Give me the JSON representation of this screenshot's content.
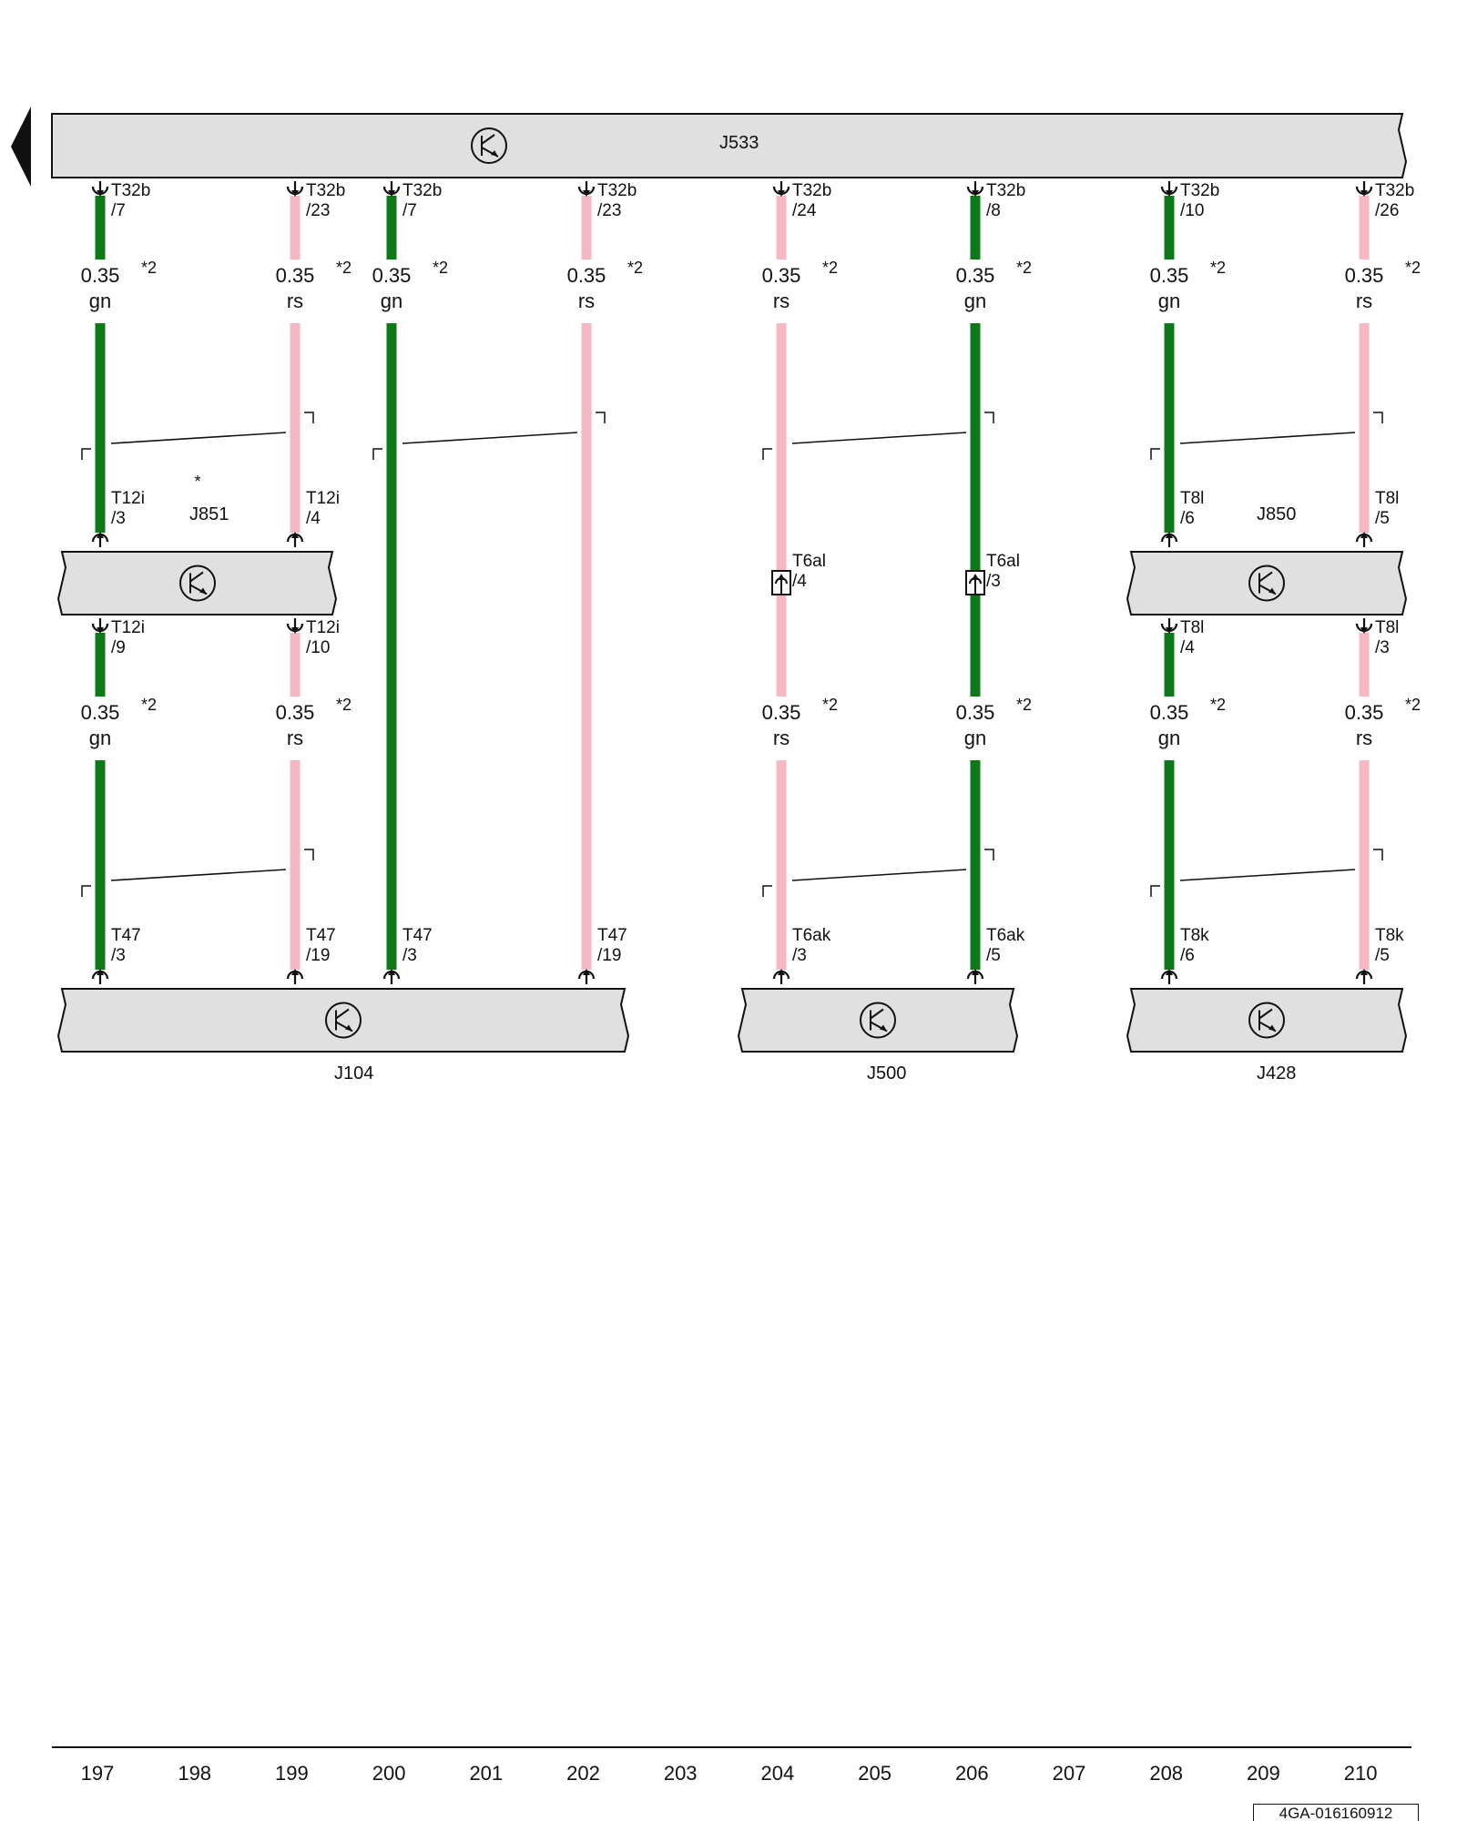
{
  "colors": {
    "gn": "#0d7a17",
    "rs": "#f7b8c4",
    "module_fill": "#e0e0e0",
    "ink": "#111111"
  },
  "modules": [
    {
      "id": "J533",
      "label": "J533"
    },
    {
      "id": "J851",
      "label": "J851",
      "star": "*"
    },
    {
      "id": "J850",
      "label": "J850"
    },
    {
      "id": "J104",
      "label": "J104"
    },
    {
      "id": "J500",
      "label": "J500"
    },
    {
      "id": "J428",
      "label": "J428"
    }
  ],
  "connectors": [
    {
      "a": "T32b",
      "b": "/7"
    },
    {
      "a": "T32b",
      "b": "/23"
    },
    {
      "a": "T32b",
      "b": "/7"
    },
    {
      "a": "T32b",
      "b": "/23"
    },
    {
      "a": "T32b",
      "b": "/24"
    },
    {
      "a": "T32b",
      "b": "/8"
    },
    {
      "a": "T32b",
      "b": "/10"
    },
    {
      "a": "T32b",
      "b": "/26"
    },
    {
      "a": "T12i",
      "b": "/3"
    },
    {
      "a": "T12i",
      "b": "/4"
    },
    {
      "a": "T8l",
      "b": "/6"
    },
    {
      "a": "T8l",
      "b": "/5"
    },
    {
      "a": "T12i",
      "b": "/9"
    },
    {
      "a": "T12i",
      "b": "/10"
    },
    {
      "a": "T8l",
      "b": "/4"
    },
    {
      "a": "T8l",
      "b": "/3"
    },
    {
      "a": "T47",
      "b": "/3"
    },
    {
      "a": "T47",
      "b": "/19"
    },
    {
      "a": "T47",
      "b": "/3"
    },
    {
      "a": "T47",
      "b": "/19"
    },
    {
      "a": "T6ak",
      "b": "/3"
    },
    {
      "a": "T6ak",
      "b": "/5"
    },
    {
      "a": "T8k",
      "b": "/6"
    },
    {
      "a": "T8k",
      "b": "/5"
    },
    {
      "a": "T6al",
      "b": "/4"
    },
    {
      "a": "T6al",
      "b": "/3"
    }
  ],
  "wire_labels": [
    {
      "size": "0.35",
      "color": "gn",
      "note": "*2"
    },
    {
      "size": "0.35",
      "color": "rs",
      "note": "*2"
    },
    {
      "size": "0.35",
      "color": "gn",
      "note": "*2"
    },
    {
      "size": "0.35",
      "color": "rs",
      "note": "*2"
    },
    {
      "size": "0.35",
      "color": "rs",
      "note": "*2"
    },
    {
      "size": "0.35",
      "color": "gn",
      "note": "*2"
    },
    {
      "size": "0.35",
      "color": "gn",
      "note": "*2"
    },
    {
      "size": "0.35",
      "color": "rs",
      "note": "*2"
    },
    {
      "size": "0.35",
      "color": "gn",
      "note": "*2"
    },
    {
      "size": "0.35",
      "color": "rs",
      "note": "*2"
    },
    {
      "size": "0.35",
      "color": "rs",
      "note": "*2"
    },
    {
      "size": "0.35",
      "color": "gn",
      "note": "*2"
    },
    {
      "size": "0.35",
      "color": "gn",
      "note": "*2"
    },
    {
      "size": "0.35",
      "color": "rs",
      "note": "*2"
    }
  ],
  "grid_numbers": [
    "197",
    "198",
    "199",
    "200",
    "201",
    "202",
    "203",
    "204",
    "205",
    "206",
    "207",
    "208",
    "209",
    "210"
  ],
  "page_ref": "4GA-016160912"
}
